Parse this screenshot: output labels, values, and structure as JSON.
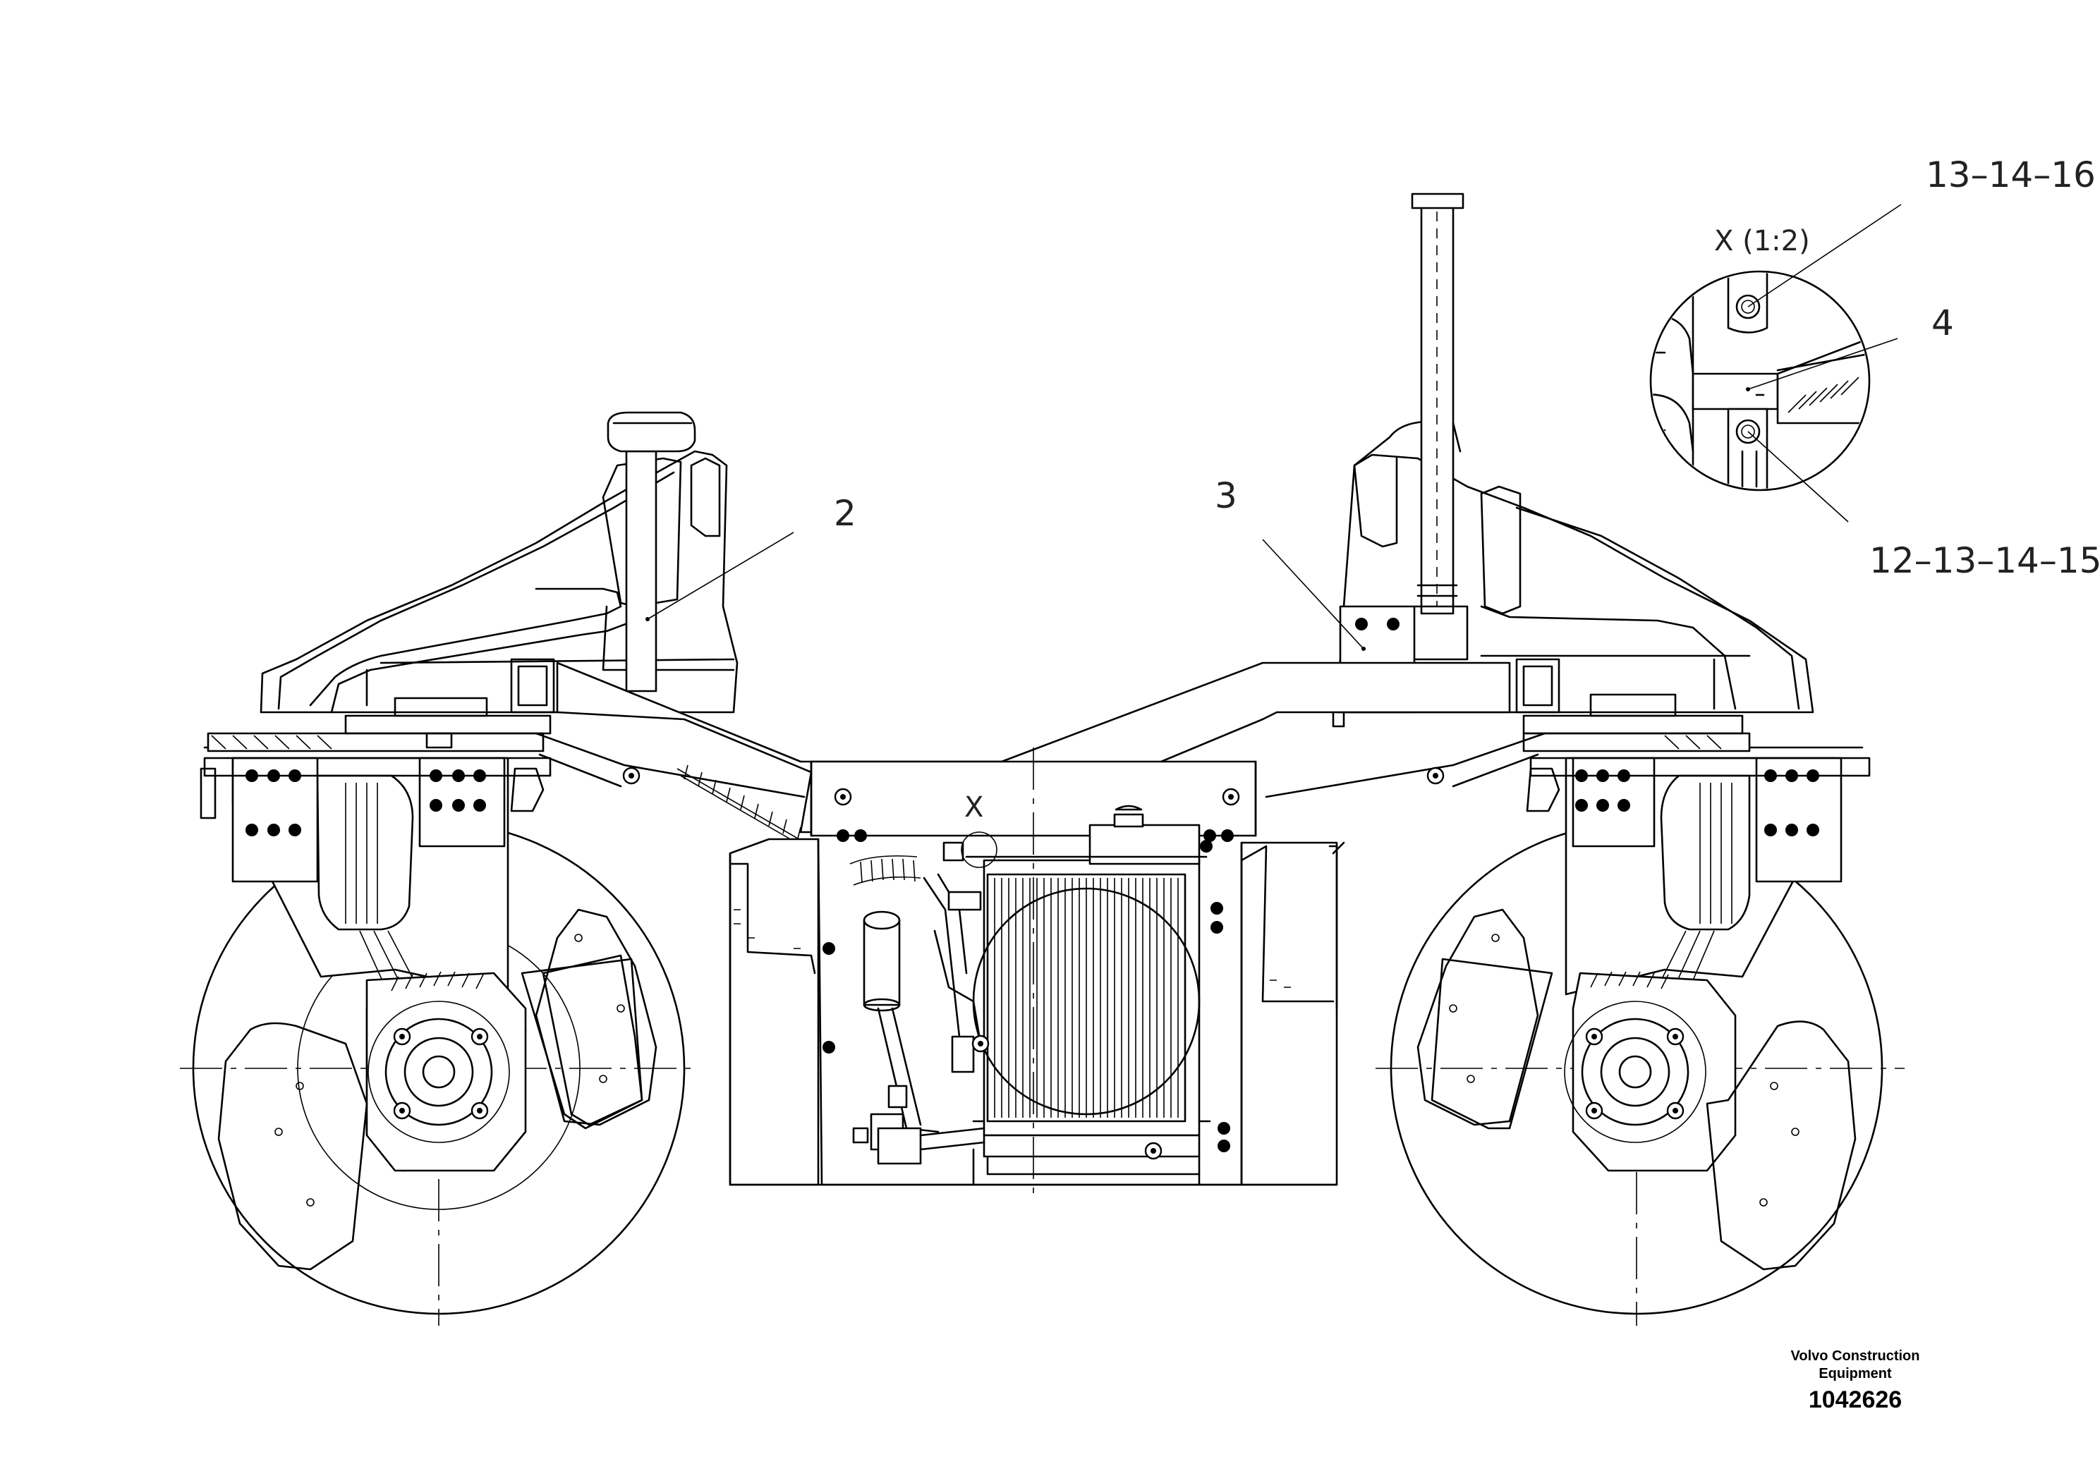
{
  "callouts": {
    "c2": "2",
    "c3": "3",
    "c4": "4",
    "c13_14_16": "13–14–16",
    "c12_13_14_15": "12–13–14–15",
    "detail_marker": "X",
    "detail_title": "X (1:2)"
  },
  "title_block": {
    "line1": "Volvo Construction",
    "line2": "Equipment",
    "number": "1042626"
  }
}
